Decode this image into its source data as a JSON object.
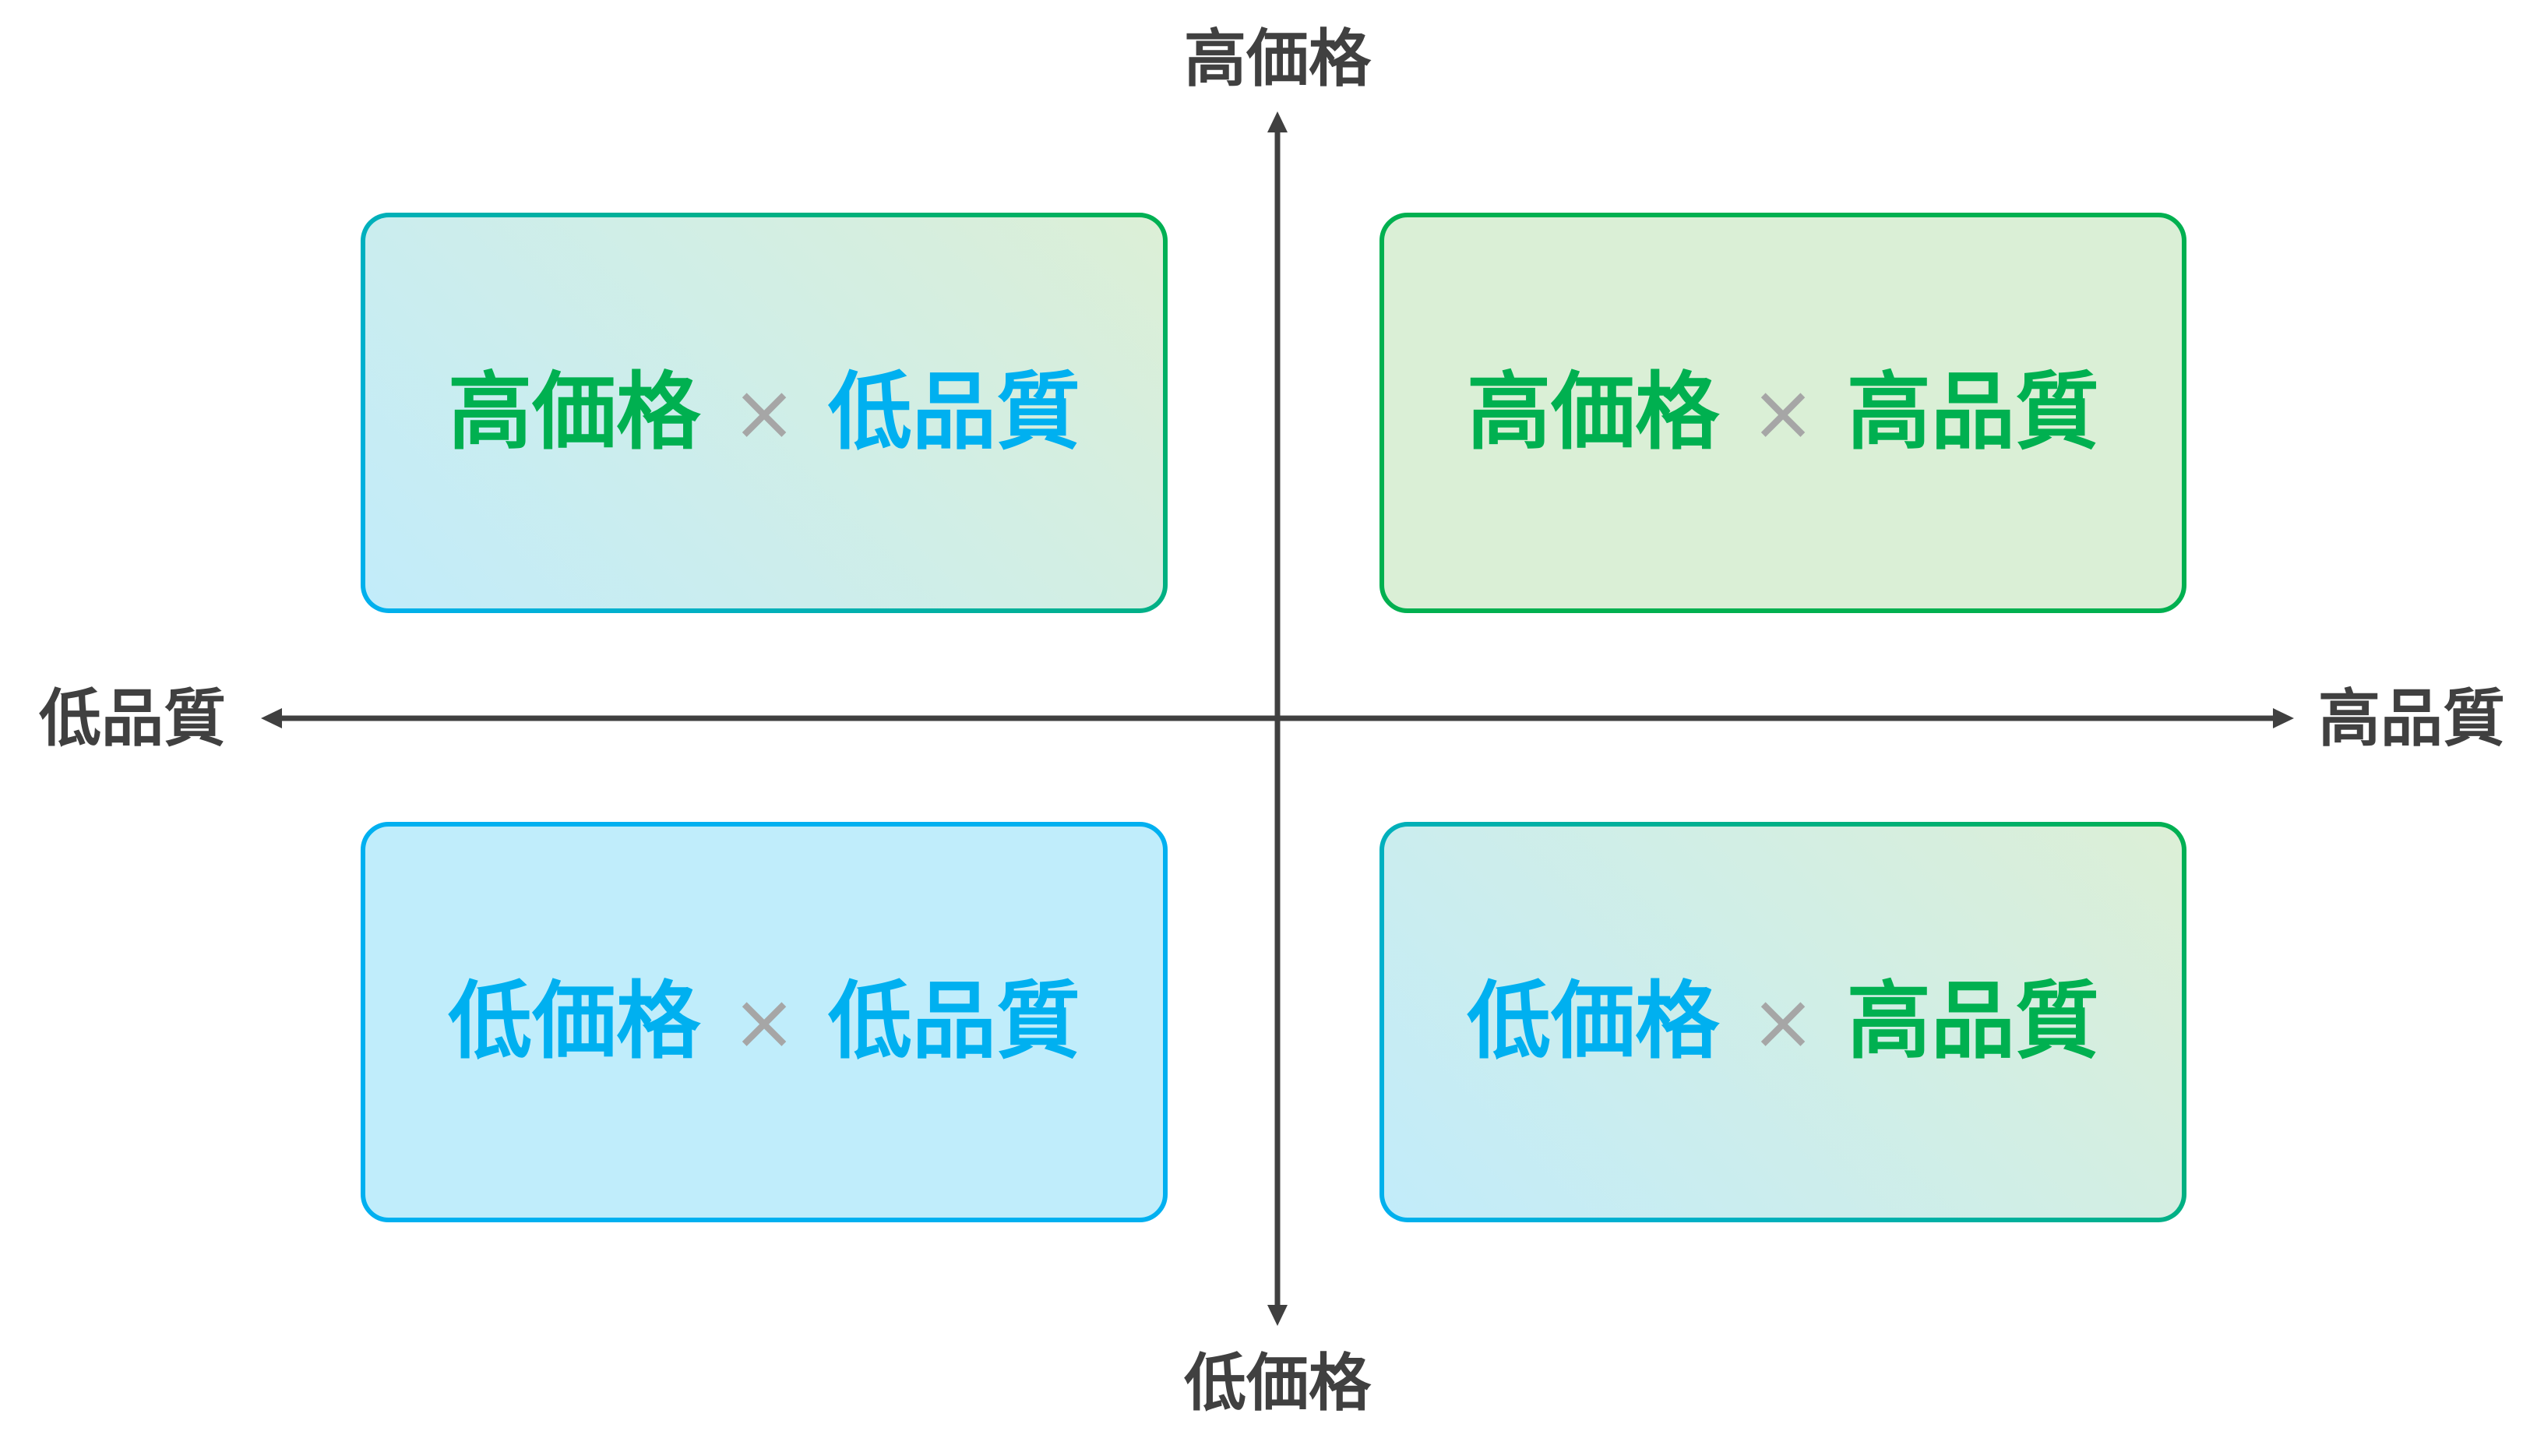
{
  "axes": {
    "top": "高価格",
    "bottom": "低価格",
    "left": "低品質",
    "right": "高品質"
  },
  "colors": {
    "axis": "#404040",
    "high": "#00b050",
    "low": "#00b0f0",
    "times": "#a6a6a6"
  },
  "quadrants": [
    {
      "position": "top-left",
      "price": "高価格",
      "times": "×",
      "quality": "低品質"
    },
    {
      "position": "top-right",
      "price": "高価格",
      "times": "×",
      "quality": "高品質"
    },
    {
      "position": "bottom-left",
      "price": "低価格",
      "times": "×",
      "quality": "低品質"
    },
    {
      "position": "bottom-right",
      "price": "低価格",
      "times": "×",
      "quality": "高品質"
    }
  ]
}
